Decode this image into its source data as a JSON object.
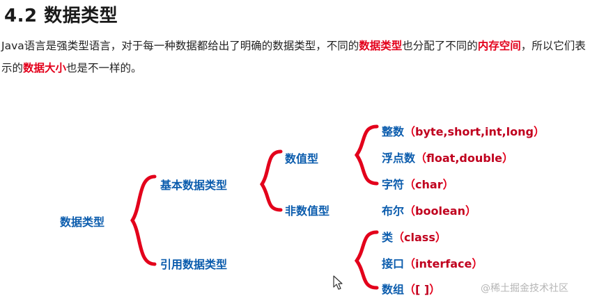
{
  "header": {
    "title": "4.2 数据类型"
  },
  "intro": {
    "p1": "Java语言是强类型语言，对于每一种数据都给出了明确的数据类型，不同的",
    "h1": "数据类型",
    "p2": "也分配了不同的",
    "h2": "内存空间",
    "p3": "，所以它们表示的",
    "h3": "数据大小",
    "p4": "也是不一样的。"
  },
  "tree": {
    "root": "数据类型",
    "basic": "基本数据类型",
    "reference": "引用数据类型",
    "numeric": "数值型",
    "non_numeric": "非数值型",
    "integer": {
      "label": "整数",
      "open": "（",
      "types": "byte,short,int,long",
      "close": "）"
    },
    "float": {
      "label": "浮点数",
      "open": "（",
      "types": "float,double",
      "close": "）"
    },
    "char": {
      "label": "字符",
      "open": "（",
      "types": "char",
      "close": "）"
    },
    "boolean": {
      "label": "布尔",
      "open": "（",
      "types": "boolean",
      "close": "）"
    },
    "class": {
      "label": "类",
      "open": "（",
      "types": "class",
      "close": "）"
    },
    "interface": {
      "label": "接口",
      "open": "（",
      "types": "interface",
      "close": "）"
    },
    "array": {
      "label": "数组",
      "open": "（",
      "types": "[ ]",
      "close": "）"
    }
  },
  "watermark": "@稀土掘金技术社区",
  "colors": {
    "node": "#0b5cad",
    "highlight": "#e3001b",
    "brace": "#e3001b"
  }
}
